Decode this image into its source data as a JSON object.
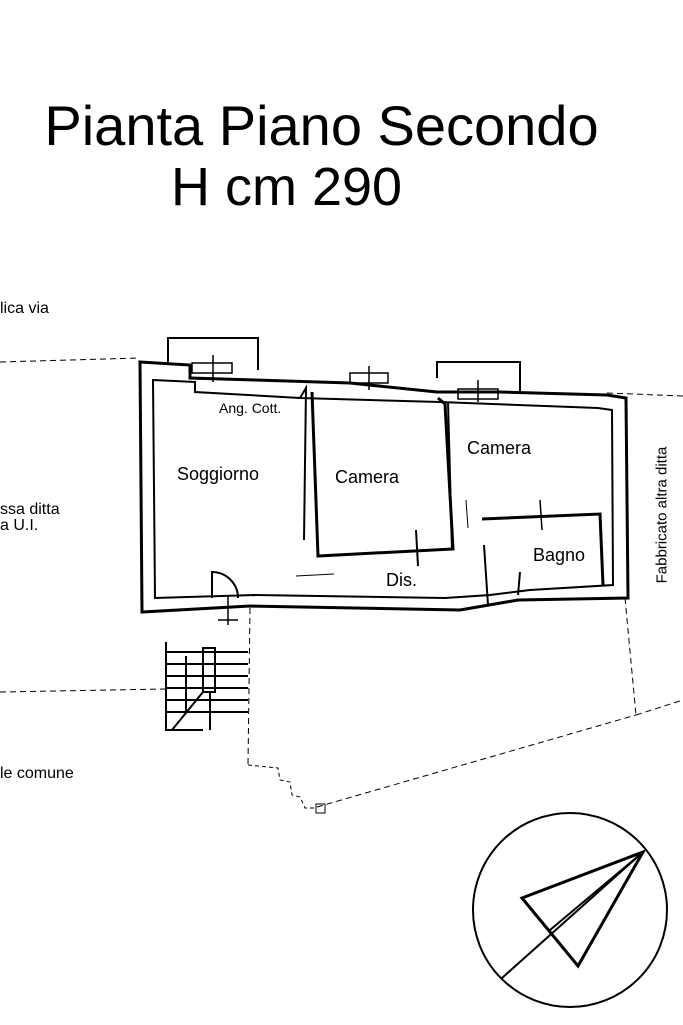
{
  "title": {
    "line1": "Pianta Piano Secondo",
    "line2": "H cm 290"
  },
  "margin_labels": {
    "via": "lica via",
    "ditta_line1": "ssa ditta",
    "ditta_line2": "a U.I.",
    "comune": "le comune"
  },
  "rooms": {
    "soggiorno": "Soggiorno",
    "ang_cott": "Ang. Cott.",
    "camera_1": "Camera",
    "camera_2": "Camera",
    "bagno": "Bagno",
    "dis": "Dis."
  },
  "side_label": "Fabbricato altra ditta",
  "north_arrow": {
    "icon": "north-arrow-icon"
  }
}
